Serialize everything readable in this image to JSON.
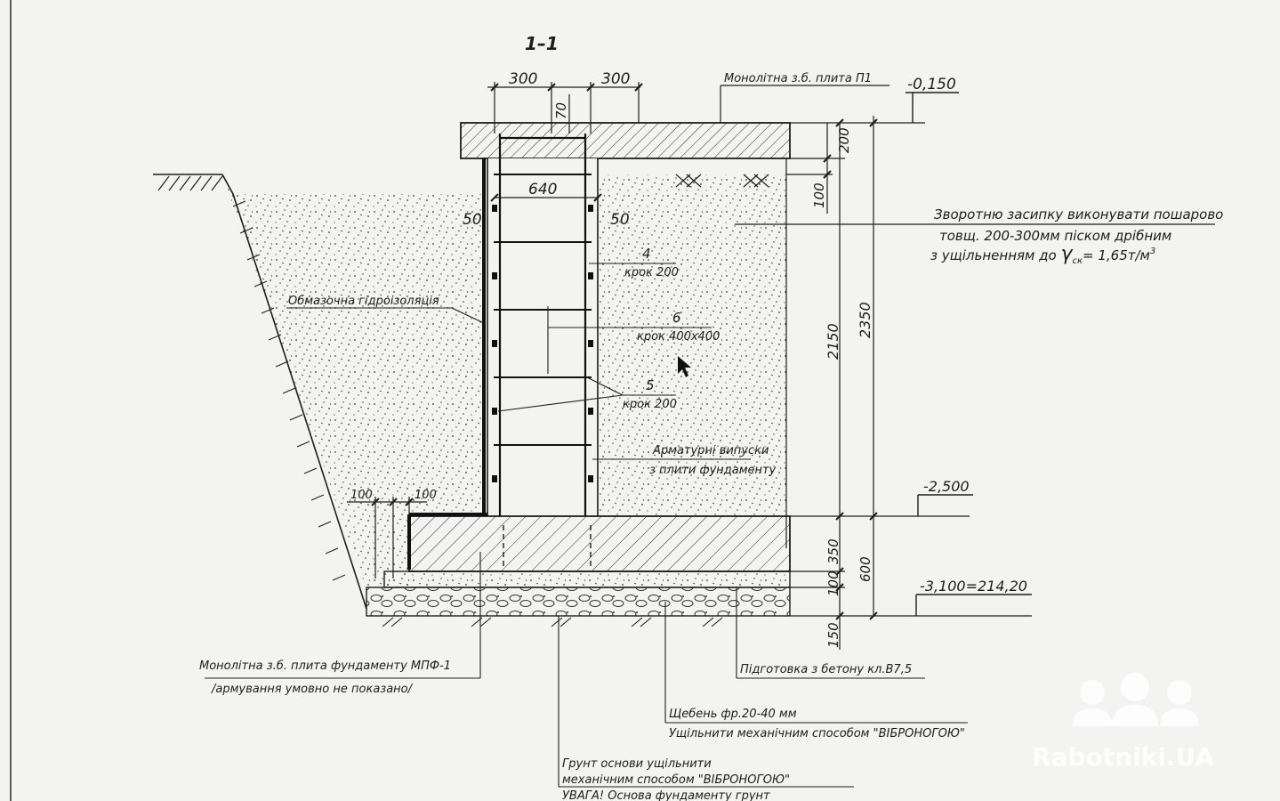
{
  "section_label": "1–1",
  "dims": {
    "w300_left": "300",
    "w300_right": "300",
    "d70": "70",
    "w640": "640",
    "d50_left": "50",
    "d50_right": "50",
    "h200": "200",
    "h100_top": "100",
    "h2150": "2150",
    "h2350": "2350",
    "h350": "350",
    "h100_bottom": "100",
    "h600": "600",
    "h150": "150",
    "w100_a": "100",
    "w100_b": "100"
  },
  "levels": {
    "top": "-0,150",
    "mid": "-2,500",
    "bottom": "-3,100=214,20"
  },
  "callouts": {
    "slab": "Монолітна з.б. плита П1",
    "backfill_1": "Зворотню засипку виконувати пошарово",
    "backfill_2": "товщ. 200-300мм піском дрібним",
    "backfill_3": "з ущільненням  до",
    "backfill_gamma": "γ",
    "backfill_sub": "ск",
    "backfill_val": "= 1,65т/м",
    "backfill_sup": "3",
    "waterproofing": "Обмазочна гідроізоляція",
    "rebar4_num": "4",
    "rebar4_step": "крок 200",
    "rebar6_num": "6",
    "rebar6_step": "крок 400x400",
    "rebar5_num": "5",
    "rebar5_step": "крок 200",
    "outlets_1": "Арматурні випуски",
    "outlets_2": "з плити фундаменту",
    "foundation_1": "Монолітна з.б. плита фундаменту МПФ-1",
    "foundation_2": "/армування умовно не показано/",
    "concrete_prep": "Підготовка з бетону кл.B7,5",
    "gravel_1": "Щебень фр.20-40 мм",
    "gravel_2": "Ущільнити механічним способом \"ВІБРОНОГОЮ\"",
    "soil_1": "Грунт основи ущільнити",
    "soil_2": "механічним способом \"ВІБРОНОГОЮ\"",
    "soil_3": "УВАГА! Основа фундаменту грунт"
  },
  "watermark": "Rabotniki.UA",
  "colors": {
    "ink": "#1c1c1c",
    "paper": "#f3f4f2",
    "watermark": "#ffffff"
  }
}
